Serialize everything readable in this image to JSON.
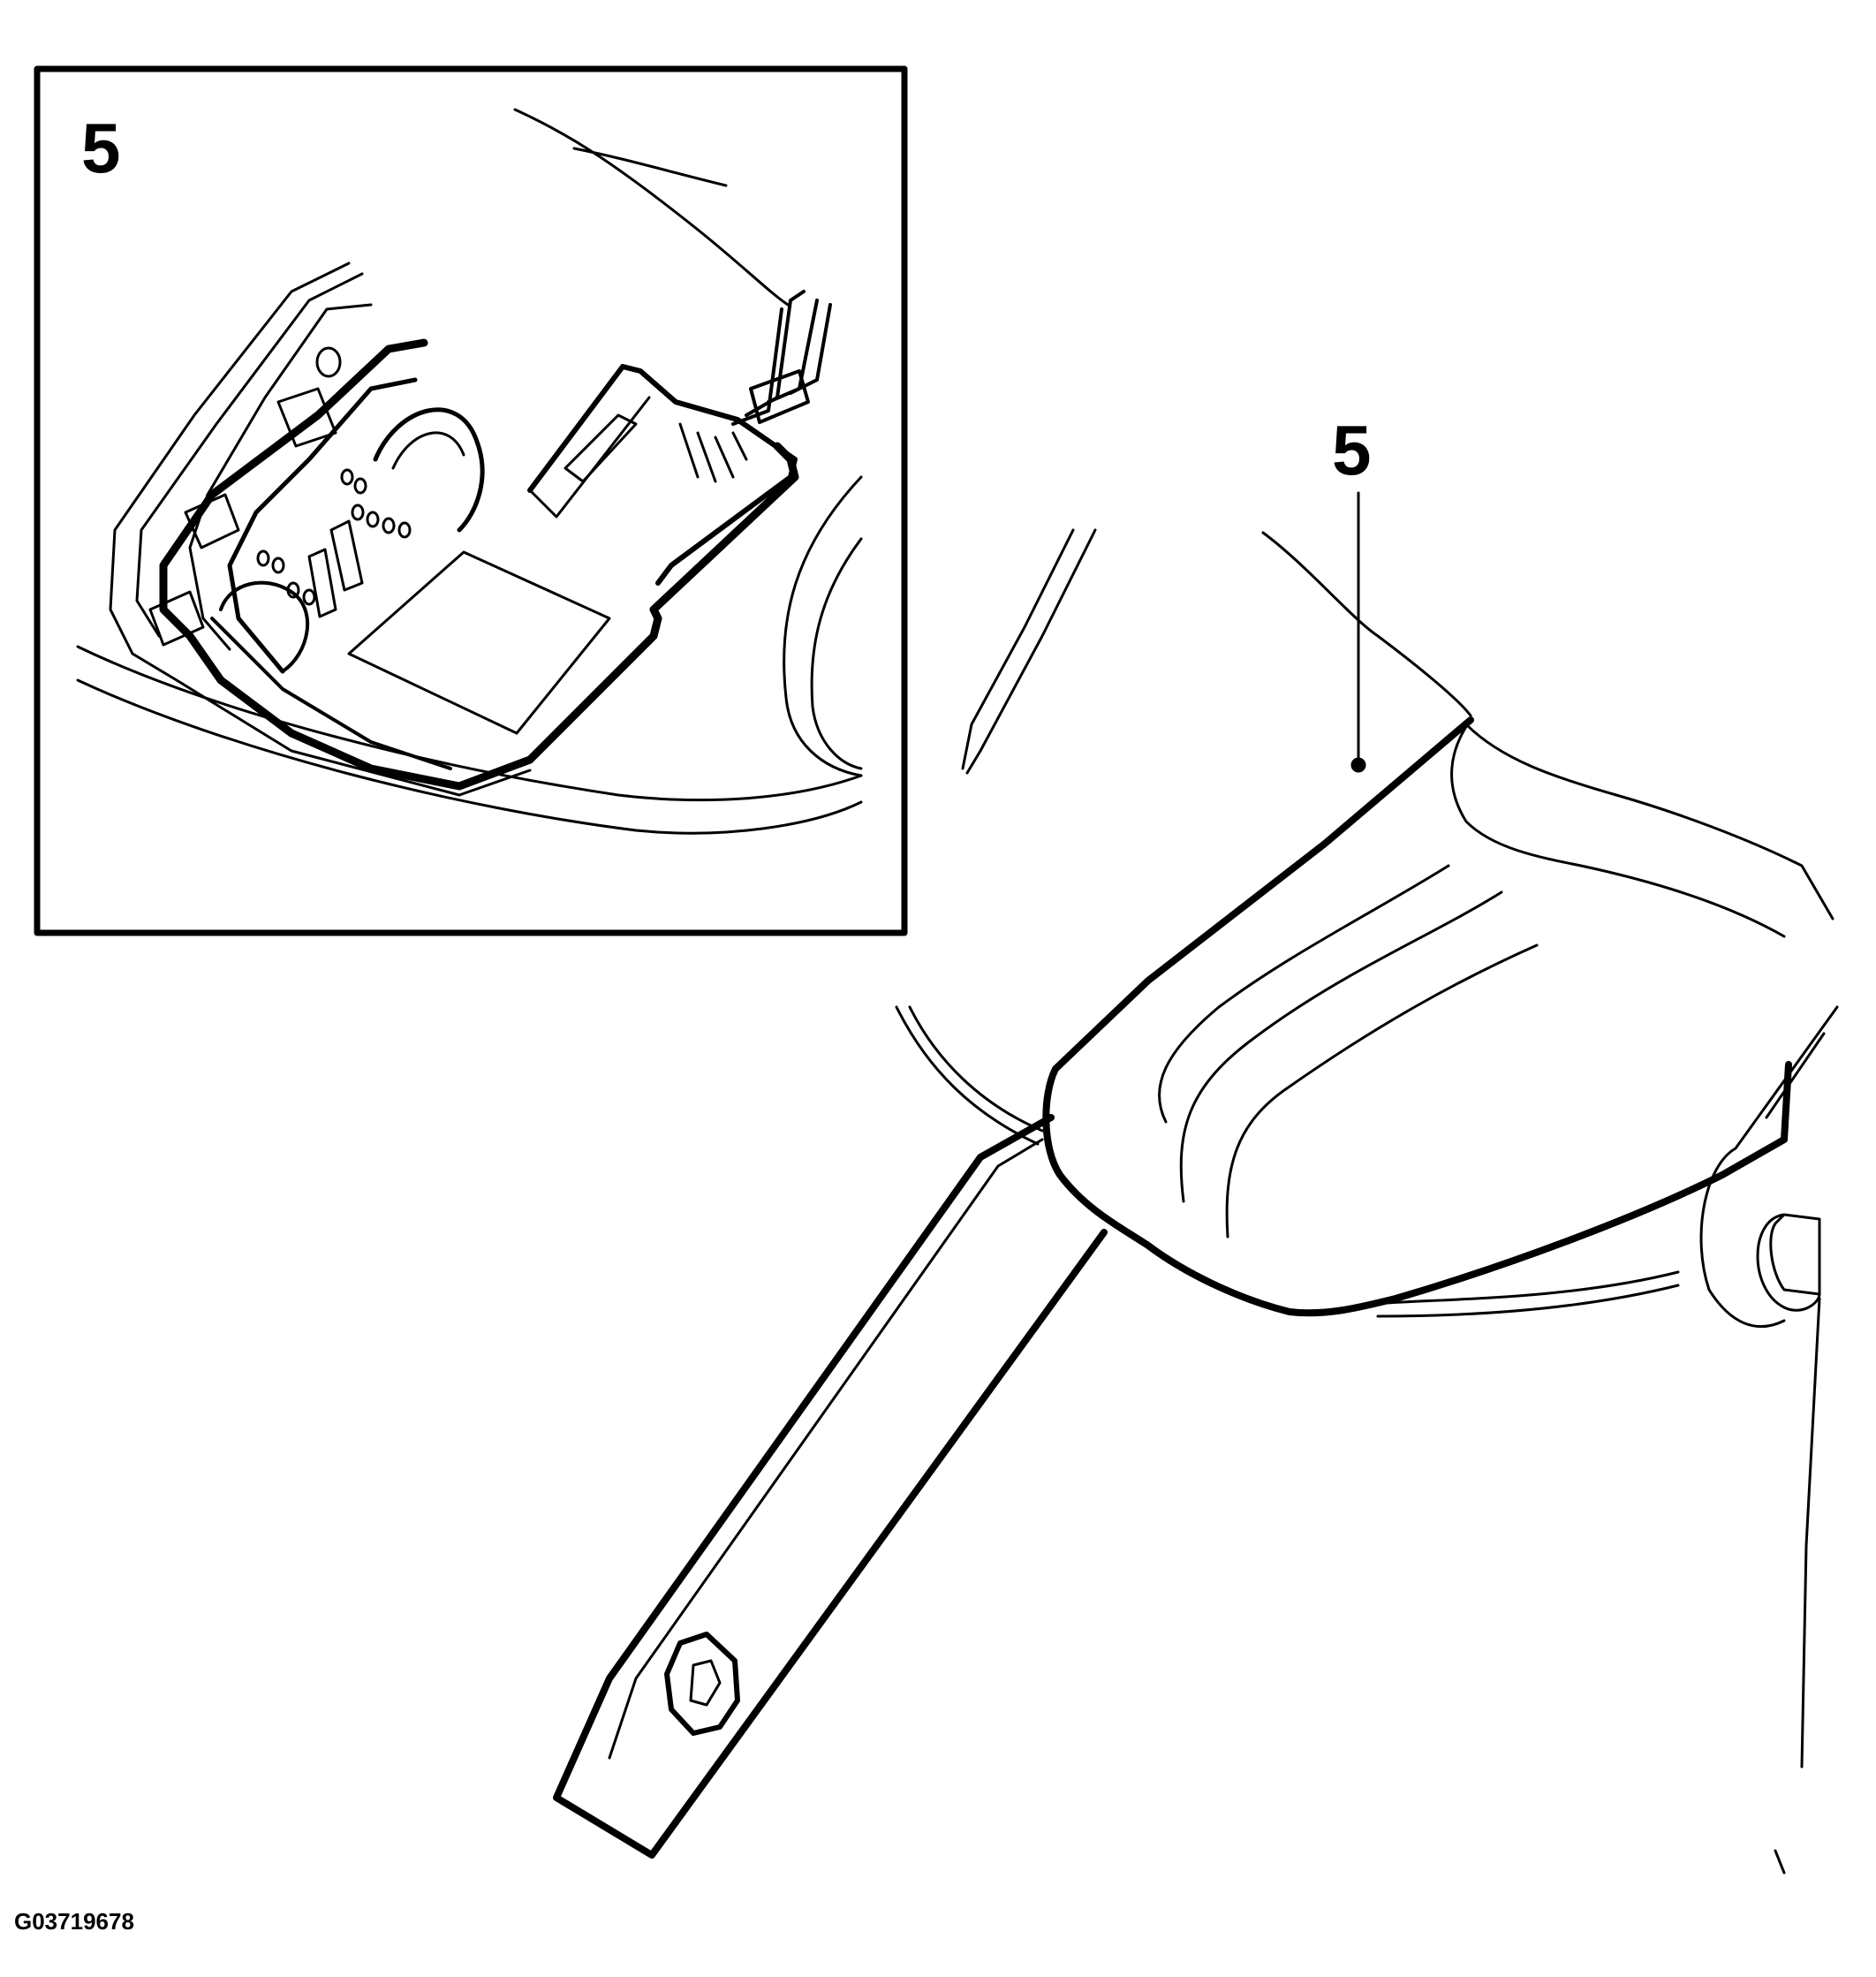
{
  "inset": {
    "label": "5"
  },
  "main": {
    "label": "5"
  },
  "figure_id": "G03719678",
  "colors": {
    "line": "#000000",
    "background": "#ffffff"
  }
}
